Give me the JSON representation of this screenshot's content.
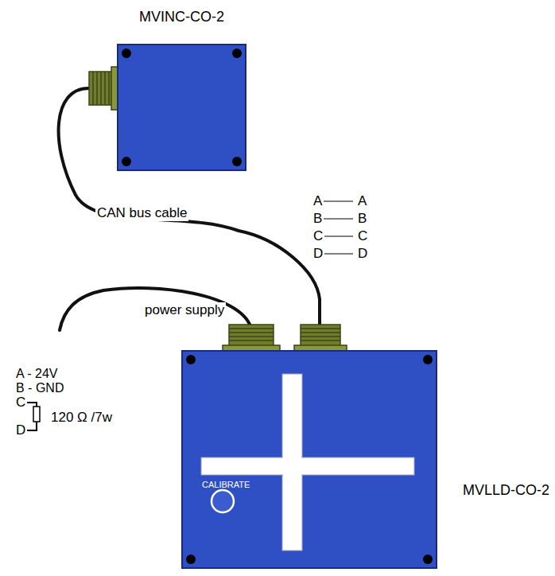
{
  "diagram": {
    "nodes": [
      {
        "text": [
          "MVINC-CO-2"
        ]
      },
      {
        "text": [
          "MVLLD-CO-2",
          "CALIBRATE"
        ]
      }
    ],
    "edges": [
      {
        "from": 0,
        "to": 1,
        "arrow": "none",
        "label": "CAN bus cable"
      }
    ],
    "labels": [
      "A",
      "A",
      "B",
      "B",
      "C",
      "C",
      "D",
      "D",
      "power supply",
      "A - 24V",
      "B - GND",
      "C",
      "120 Ω /7w",
      "D"
    ]
  }
}
